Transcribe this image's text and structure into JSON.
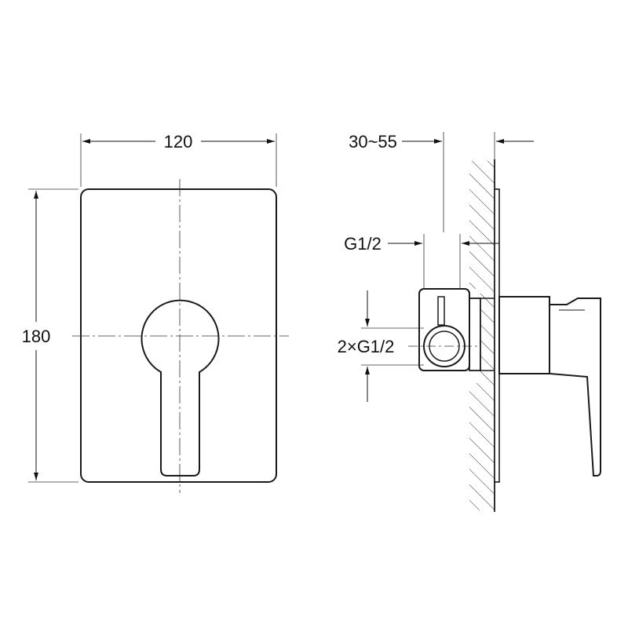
{
  "dimensions": {
    "front_width": "120",
    "front_height": "180",
    "install_depth": "30~55",
    "outlet_thread": "G1/2",
    "inlet_thread": "2×G1/2"
  },
  "colors": {
    "line": "#1a1a1a",
    "background": "#ffffff"
  }
}
